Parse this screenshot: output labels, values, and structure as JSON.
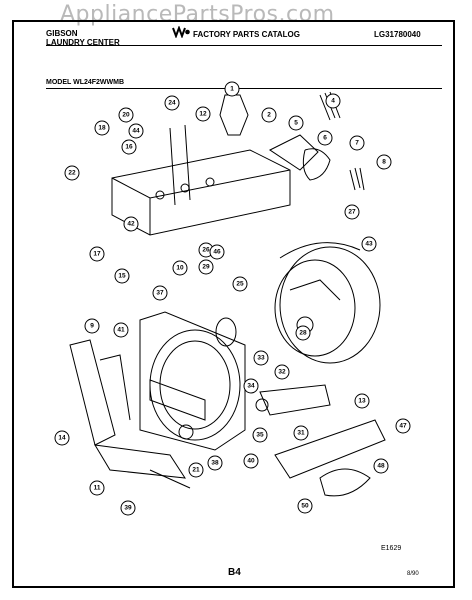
{
  "header": {
    "brand_line1": "GIBSON",
    "brand_line2": "LAUNDRY CENTER",
    "catalog_title": "FACTORY PARTS CATALOG",
    "doc_number": "LG31780040",
    "watermark": "AppliancePartsPros.com"
  },
  "model_line": "MODEL WL24F2WWMB",
  "footer": {
    "figure_code": "E1629",
    "page": "B4",
    "date": "8/90"
  },
  "callouts": [
    "1",
    "2",
    "4",
    "5",
    "6",
    "7",
    "8",
    "9",
    "10",
    "11",
    "12",
    "13",
    "14",
    "15",
    "16",
    "17",
    "18",
    "20",
    "21",
    "22",
    "24",
    "25",
    "26",
    "27",
    "28",
    "29",
    "31",
    "32",
    "33",
    "34",
    "35",
    "37",
    "38",
    "39",
    "40",
    "41",
    "42",
    "43",
    "44",
    "46",
    "47",
    "48",
    "50"
  ]
}
